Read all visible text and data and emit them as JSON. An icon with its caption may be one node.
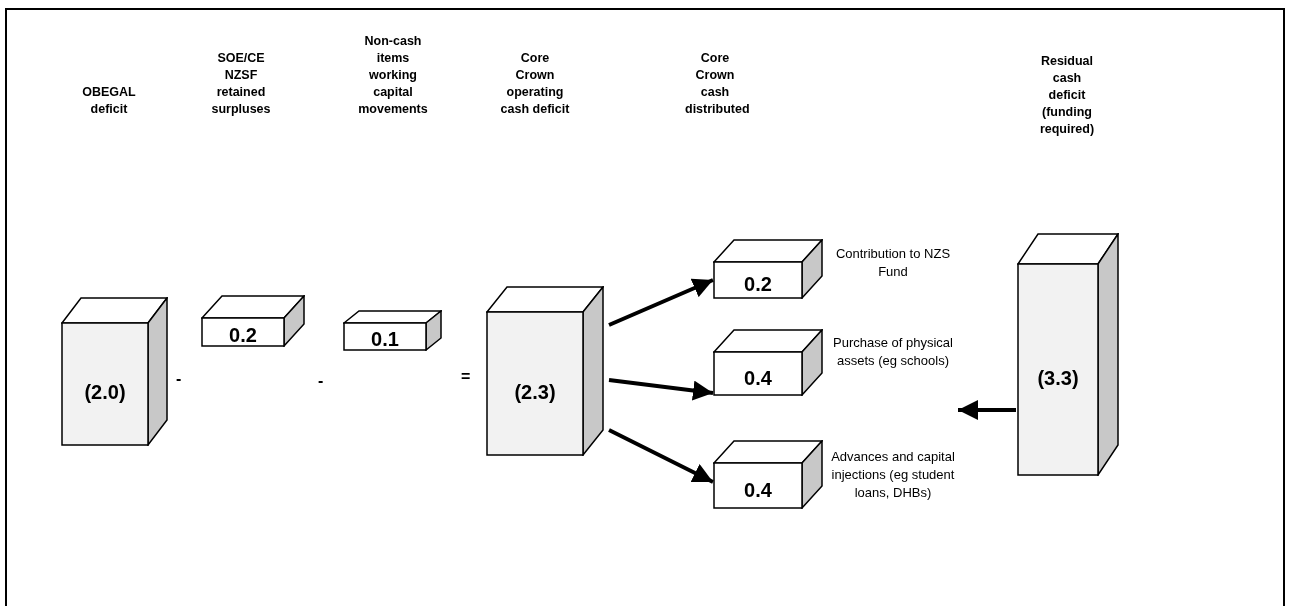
{
  "diagram": {
    "nodes": [
      {
        "text": [
          "(2.0)"
        ]
      },
      {
        "text": [
          "0.2"
        ]
      },
      {
        "text": [
          "0.1"
        ]
      },
      {
        "text": [
          "(2.3)"
        ]
      },
      {
        "text": [
          "0.2"
        ],
        "beside": [
          "Contribution to NZS Fund"
        ]
      },
      {
        "text": [
          "0.4"
        ],
        "beside": [
          "Purchase of physical assets (eg schools)"
        ]
      },
      {
        "text": [
          "0.4"
        ],
        "beside": [
          "Advances and capital injections (eg student loans, DHBs)"
        ]
      },
      {
        "text": [
          "(3.3)"
        ]
      }
    ],
    "edges": [
      {
        "from": 3,
        "to": 4,
        "arrow": "to"
      },
      {
        "from": 3,
        "to": 5,
        "arrow": "to"
      },
      {
        "from": 3,
        "to": 6,
        "arrow": "to"
      },
      {
        "from": 7,
        "to": 5,
        "arrow": "to"
      }
    ],
    "labels": [
      "OBEGAL deficit",
      "SOE/CE NZSF retained surpluses",
      "Non-cash items working capital movements",
      "Core Crown operating cash deficit",
      "Core Crown cash distributed",
      "Residual cash deficit (funding required)",
      "-",
      "-",
      "="
    ]
  }
}
